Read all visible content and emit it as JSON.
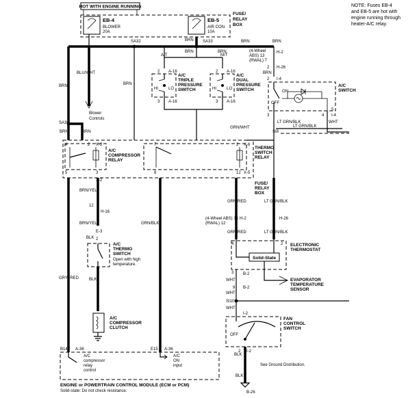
{
  "header": {
    "label": "HOT WITH ENGINE RUNNING"
  },
  "note": {
    "lines": [
      "NOTE: Fuses EB-4",
      "and EB-5 are hot with",
      "engine running through",
      "heater-A/C relay."
    ]
  },
  "fuses": {
    "eb4": {
      "name": "EB-4",
      "desc1": "BLOWER",
      "desc2": "20A"
    },
    "eb5": {
      "name": "EB-5",
      "desc1": "AIR CON.",
      "desc2": "10A"
    },
    "box_top": [
      "FUSE/",
      "RELAY",
      "BOX"
    ],
    "box_mid": [
      "FUSE/",
      "RELAY",
      "BOX"
    ]
  },
  "splices": {
    "sa32": "SA32",
    "sa33": "SA33",
    "sa39": "SA39",
    "si8": "SI8",
    "si10": "SI10"
  },
  "wires": {
    "brn": "BRN",
    "blu_wht": "BLU/WHT",
    "grn_wht": "GRN/WHT",
    "lt_grn_blk": "LT GRN/BLK",
    "brn_yel": "BRN/YEL",
    "grn_blk": "GRN/BLK",
    "grn_red": "GRN/RED",
    "gry_red": "GRY/\nRED",
    "blk": "BLK",
    "wht": "WHT"
  },
  "switches": {
    "at": "A/T",
    "mt": "M/T",
    "triple": [
      "A/C",
      "TRIPLE",
      "PRESSURE",
      "SWITCH"
    ],
    "dual": [
      "A/C",
      "DUAL",
      "PRESSURE",
      "SWITCH"
    ],
    "ac_switch": [
      "A/C",
      "SWITCH"
    ],
    "on": "ON",
    "off": "OFF",
    "hi": "HI",
    "lo": "LO"
  },
  "connectors": {
    "a16": "A-16",
    "x2": "X-2",
    "x5": "X-5",
    "x6": "X-6",
    "h2": "H-2",
    "h26": "H-26",
    "h16": "H-16",
    "i4": "I-4",
    "e3": "E-3",
    "b2": "B-2",
    "i2": "I-2",
    "b26": "B-26",
    "a36": "A-36",
    "b14": "B14",
    "e15": "E15",
    "abs1": [
      "(4-Wheel",
      "ABS) 13",
      "(RWAL) 7"
    ],
    "abs2": [
      "(4-Wheel ABS) 15",
      "(RWAL) 12"
    ]
  },
  "components": {
    "blower": [
      "Blower",
      "Controls"
    ],
    "comp_relay": [
      "A/C",
      "COMPRESSOR",
      "RELAY"
    ],
    "thermo_relay": [
      "THERMO",
      "SWITCH",
      "RELAY"
    ],
    "thermo_switch": [
      "A/C",
      "THERMO",
      "SWITCH"
    ],
    "thermo_note": [
      "Open with high",
      "temperature."
    ],
    "clutch": [
      "A/C",
      "COMPRESSOR",
      "CLUTCH"
    ],
    "elec_thermo": [
      "ELECTRONIC",
      "THERMOSTAT"
    ],
    "solid_state": "Solid-State",
    "evap": [
      "EVAPORATOR",
      "TEMPERATURE",
      "SENSOR"
    ],
    "fan_switch": [
      "FAN",
      "CONTROL",
      "SWITCH"
    ],
    "ground_note": "See Ground Distribution.",
    "ecm": [
      "ENGINE or POWERTRAIN CONTROL MODULE (ECM or PCM)",
      "Solid-state: Do not check resistance."
    ],
    "ecm_left": [
      "A/C",
      "compressor",
      "relay",
      "control"
    ],
    "ecm_right": [
      "A/C",
      "ON",
      "input"
    ]
  },
  "pins": [
    "1",
    "2",
    "3",
    "4",
    "5",
    "6",
    "7",
    "8",
    "9",
    "12",
    "13",
    "15"
  ]
}
